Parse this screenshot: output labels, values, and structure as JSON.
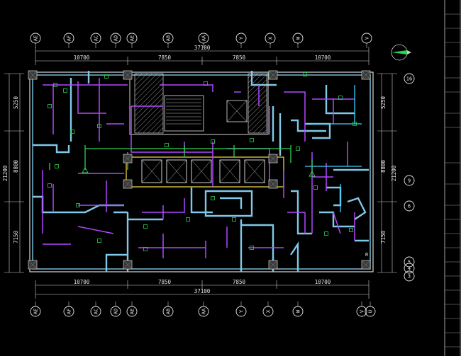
{
  "drawing": {
    "top_axis_labels": [
      "AE",
      "AF",
      "AC",
      "AD",
      "AE",
      "AB",
      "AA",
      "Y",
      "X",
      "W",
      "V"
    ],
    "bottom_axis_labels": [
      "AE",
      "AF",
      "AC",
      "AD",
      "AE",
      "AB",
      "AA",
      "Y",
      "X",
      "W",
      "V",
      "U"
    ],
    "right_axis_labels": [
      "16",
      "9",
      "6",
      "5",
      "4",
      "3"
    ],
    "top_dims": {
      "overall": "37100",
      "segments": [
        "10700",
        "7850",
        "7850",
        "10700"
      ]
    },
    "bottom_dims": {
      "overall": "37100",
      "segments": [
        "10700",
        "7850",
        "7850",
        "10700"
      ]
    },
    "left_dims": {
      "overall": "21200",
      "segments": [
        "5250",
        "8800",
        "7150"
      ]
    },
    "right_dims": {
      "overall": "21200",
      "segments": [
        "5250",
        "8800",
        "7150"
      ]
    },
    "stair_label": "R"
  },
  "colors": {
    "wall": "#7fc8e6",
    "wall_hatch": "#c8c8c8",
    "pipe_purple": "#b048ff",
    "pipe_green": "#2fd04f",
    "pipe_cyan": "#3fd0ff",
    "core_yellow": "#d8c040",
    "column": "#bdbdbd",
    "text": "#e6e6e6"
  },
  "title_block": {
    "rows": [
      "",
      "",
      "",
      "",
      "",
      "",
      "",
      "",
      "",
      "",
      "",
      "",
      "",
      "",
      "",
      "",
      "",
      "",
      "",
      "",
      ""
    ]
  }
}
